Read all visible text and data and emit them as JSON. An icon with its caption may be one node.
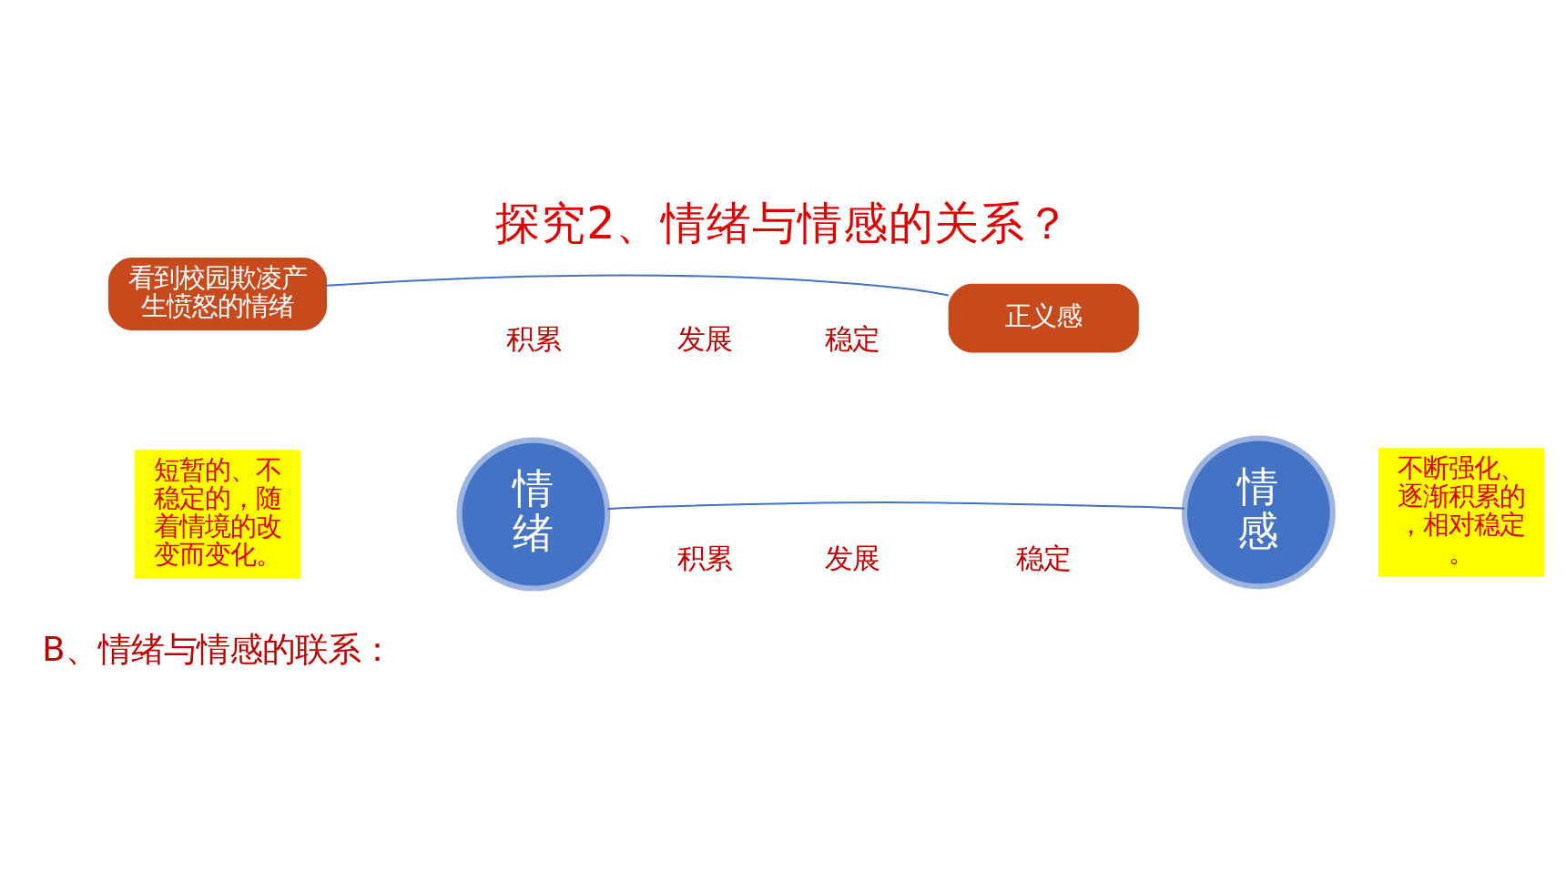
{
  "diagram": {
    "title": "探究2、情绪与情感的关系？",
    "nodes": [
      {
        "text": [
          "短暂的、不稳定的，随着情境的改变而变化。"
        ]
      },
      {
        "text": [
          "情绪"
        ]
      },
      {
        "text": [
          "情感"
        ]
      },
      {
        "text": [
          "不断强化、逐渐积累的，相对稳定。"
        ]
      },
      {
        "text": [
          "看到校园欺凌产生愤怒的情绪"
        ]
      },
      {
        "text": [
          "正义感"
        ]
      }
    ],
    "edges": [
      {
        "from": 1,
        "to": 2,
        "arrow": "none"
      },
      {
        "from": 4,
        "to": 5,
        "arrow": "none"
      }
    ],
    "labels": [
      "B、情绪与情感的联系：",
      "稳定",
      "发展",
      "积累",
      "稳定",
      "发展",
      "积累"
    ]
  }
}
